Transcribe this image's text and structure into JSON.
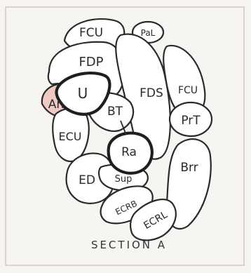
{
  "diagram": {
    "caption": "SECTION A",
    "labels": {
      "fcu_top": "FCU",
      "pal": "PaL",
      "fdp": "FDP",
      "u": "U",
      "an": "An",
      "bt": "BT",
      "fds": "FDS",
      "fcu_right": "FCU",
      "ecu": "ECU",
      "prt": "PrT",
      "ra": "Ra",
      "ed": "ED",
      "sup": "Sup",
      "brr": "Brr",
      "ecrb": "ECRB",
      "ecrl": "ECRL"
    },
    "colors": {
      "background": "#f7f5f2",
      "border": "#cfcac4",
      "anconeus_fill": "#f1c9c4"
    }
  }
}
